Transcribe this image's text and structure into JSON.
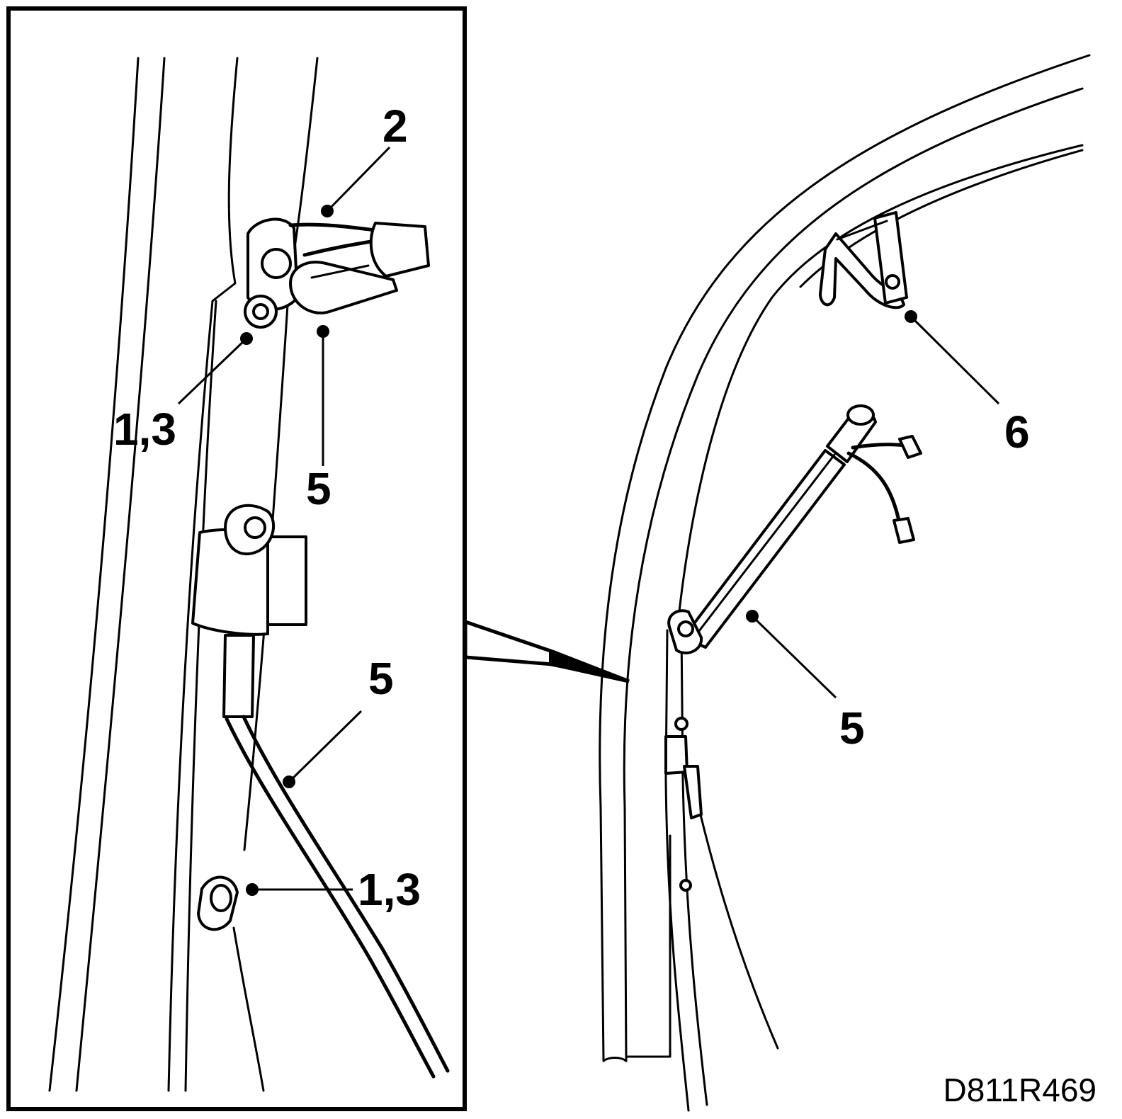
{
  "callouts": {
    "inset_top_2": "2",
    "inset_top_13": "1,3",
    "inset_top_5": "5",
    "inset_mid_5": "5",
    "inset_bottom_13": "1,3",
    "main_6": "6",
    "main_5": "5"
  },
  "reference_code": "D811R469"
}
